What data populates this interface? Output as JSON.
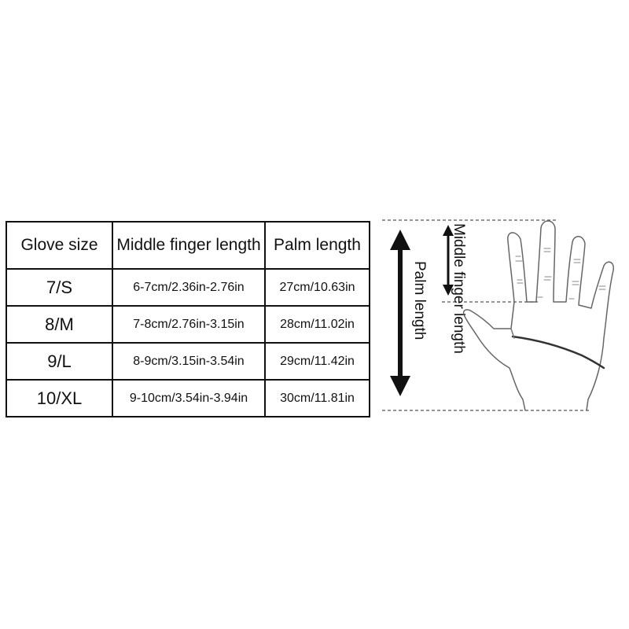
{
  "table": {
    "headers": [
      "Glove size",
      "Middle finger length",
      "Palm length"
    ],
    "rows": [
      {
        "size": "7/S",
        "middle_finger": "6-7cm/2.36in-2.76in",
        "palm": "27cm/10.63in"
      },
      {
        "size": "8/M",
        "middle_finger": "7-8cm/2.76in-3.15in",
        "palm": "28cm/11.02in"
      },
      {
        "size": "9/L",
        "middle_finger": "8-9cm/3.15in-3.54in",
        "palm": "29cm/11.42in"
      },
      {
        "size": "10/XL",
        "middle_finger": "9-10cm/3.54in-3.94in",
        "palm": "30cm/11.81in"
      }
    ]
  },
  "diagram": {
    "palm_label": "Palm length",
    "finger_label": "Middle finger length"
  }
}
